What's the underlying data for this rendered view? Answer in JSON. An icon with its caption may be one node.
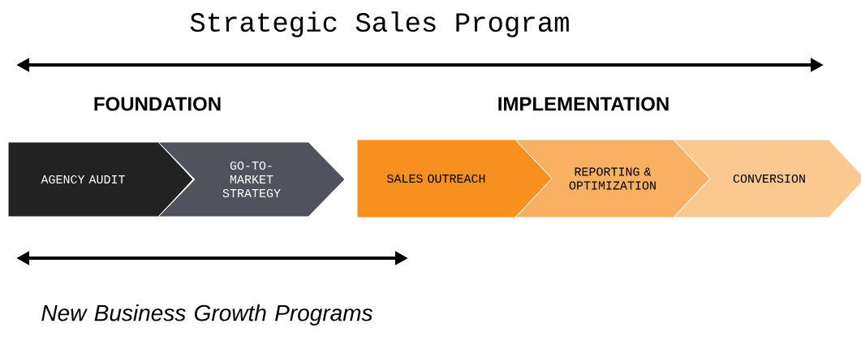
{
  "diagram": {
    "title": "Strategic Sales Program",
    "nodes": [
      {
        "text": [
          "AGENCY AUDIT"
        ]
      },
      {
        "text": [
          "GO-TO- MARKET STRATEGY"
        ]
      },
      {
        "text": [
          "SALES OUTREACH"
        ]
      },
      {
        "text": [
          "REPORTING & OPTIMIZATION"
        ]
      },
      {
        "text": [
          "CONVERSION"
        ]
      }
    ],
    "labels": [
      "FOUNDATION",
      "IMPLEMENTATION",
      "New Business Growth Programs"
    ]
  }
}
